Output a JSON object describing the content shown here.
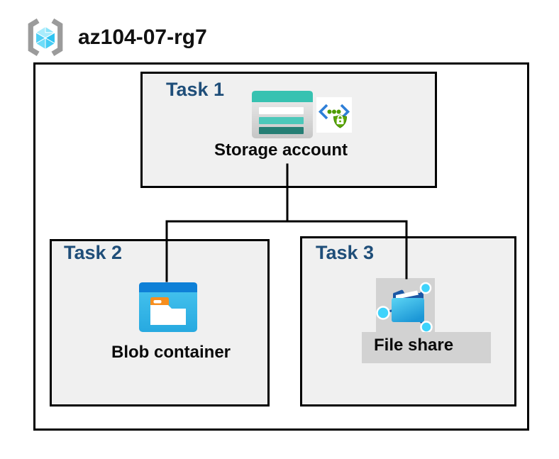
{
  "header": {
    "title": "az104-07-rg7"
  },
  "tasks": [
    {
      "label": "Task 1",
      "caption": "Storage account"
    },
    {
      "label": "Task 2",
      "caption": "Blob container"
    },
    {
      "label": "Task 3",
      "caption": "File share"
    }
  ],
  "icons": {
    "resource_group": "resource-group-brackets-cube",
    "task1": [
      "storage-account-icon",
      "sas-secure-access-icon"
    ],
    "task2": [
      "blob-container-icon"
    ],
    "task3": [
      "file-share-icon"
    ]
  },
  "colors": {
    "task_label": "#1F4E79",
    "box_fill": "#F0F0F0",
    "box_border": "#000000",
    "connector": "#000000",
    "icon_bg_gray": "#D2D2D2",
    "bracket_gray": "#9B9B9B",
    "cube_cyan_light": "#A9ECFC",
    "cube_cyan": "#4FD0F6",
    "storage_teal": "#37C2B1",
    "storage_teal_mid": "#4CC8BA",
    "storage_teal_dark": "#257E74",
    "sas_blue": "#2E7FD8",
    "sas_green": "#57A300",
    "blob_bar_blue": "#0E80D7",
    "blob_body_blue": "#35B9E9",
    "blob_folder_orange": "#F78E1E",
    "fileshare_navy": "#1A57A5",
    "fileshare_cyan": "#3FD3FB"
  }
}
